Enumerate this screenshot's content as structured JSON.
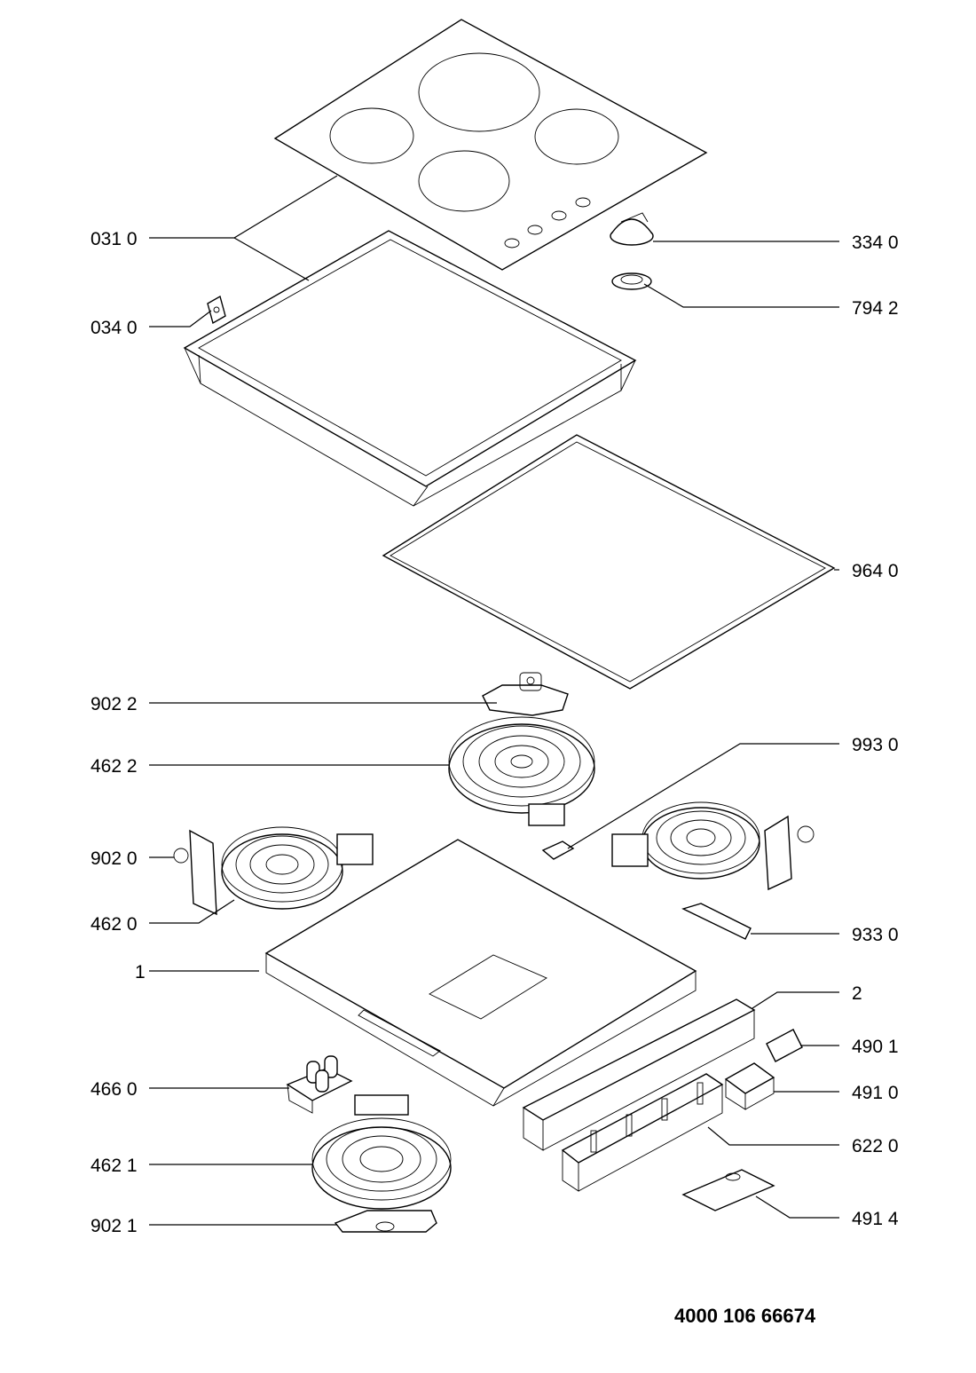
{
  "diagram": {
    "callouts": [
      {
        "id": "c1",
        "label": "031 0"
      },
      {
        "id": "c2",
        "label": "034 0"
      },
      {
        "id": "c3",
        "label": "334 0"
      },
      {
        "id": "c4",
        "label": "794 2"
      },
      {
        "id": "c5",
        "label": "964 0"
      },
      {
        "id": "c6",
        "label": "902 2"
      },
      {
        "id": "c7",
        "label": "462 2"
      },
      {
        "id": "c8",
        "label": "993 0"
      },
      {
        "id": "c9",
        "label": "902 0"
      },
      {
        "id": "c10",
        "label": "462 0"
      },
      {
        "id": "c11",
        "label": "933 0"
      },
      {
        "id": "c12",
        "label": "1"
      },
      {
        "id": "c13",
        "label": "2"
      },
      {
        "id": "c14",
        "label": "490 1"
      },
      {
        "id": "c15",
        "label": "466 0"
      },
      {
        "id": "c16",
        "label": "491 0"
      },
      {
        "id": "c17",
        "label": "622 0"
      },
      {
        "id": "c18",
        "label": "462 1"
      },
      {
        "id": "c19",
        "label": "491 4"
      },
      {
        "id": "c20",
        "label": "902 1"
      }
    ],
    "document_number": "4000 106 66674"
  }
}
